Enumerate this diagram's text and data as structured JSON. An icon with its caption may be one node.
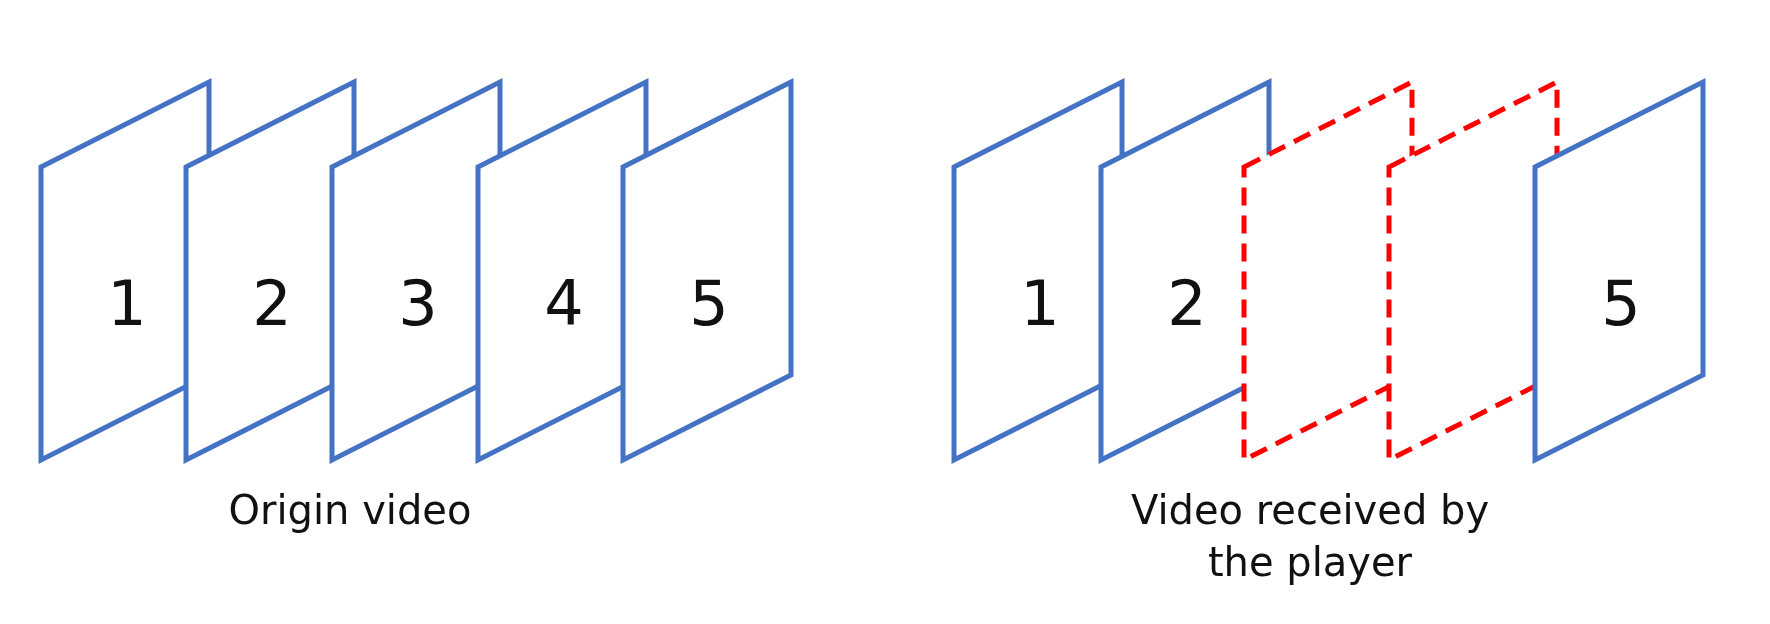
{
  "diagram": {
    "nodes": [
      {
        "text": [
          "1"
        ]
      },
      {
        "text": [
          "2"
        ]
      },
      {
        "text": [
          "3"
        ]
      },
      {
        "text": [
          "4"
        ]
      },
      {
        "text": [
          "5"
        ]
      },
      {
        "text": [
          "1"
        ]
      },
      {
        "text": [
          "2"
        ]
      },
      {
        "text": [],
        "shape": "box"
      },
      {
        "text": [],
        "shape": "box"
      },
      {
        "text": [
          "5"
        ]
      }
    ],
    "edges": [],
    "labels": [
      "Origin video",
      "Video received by the player"
    ]
  }
}
